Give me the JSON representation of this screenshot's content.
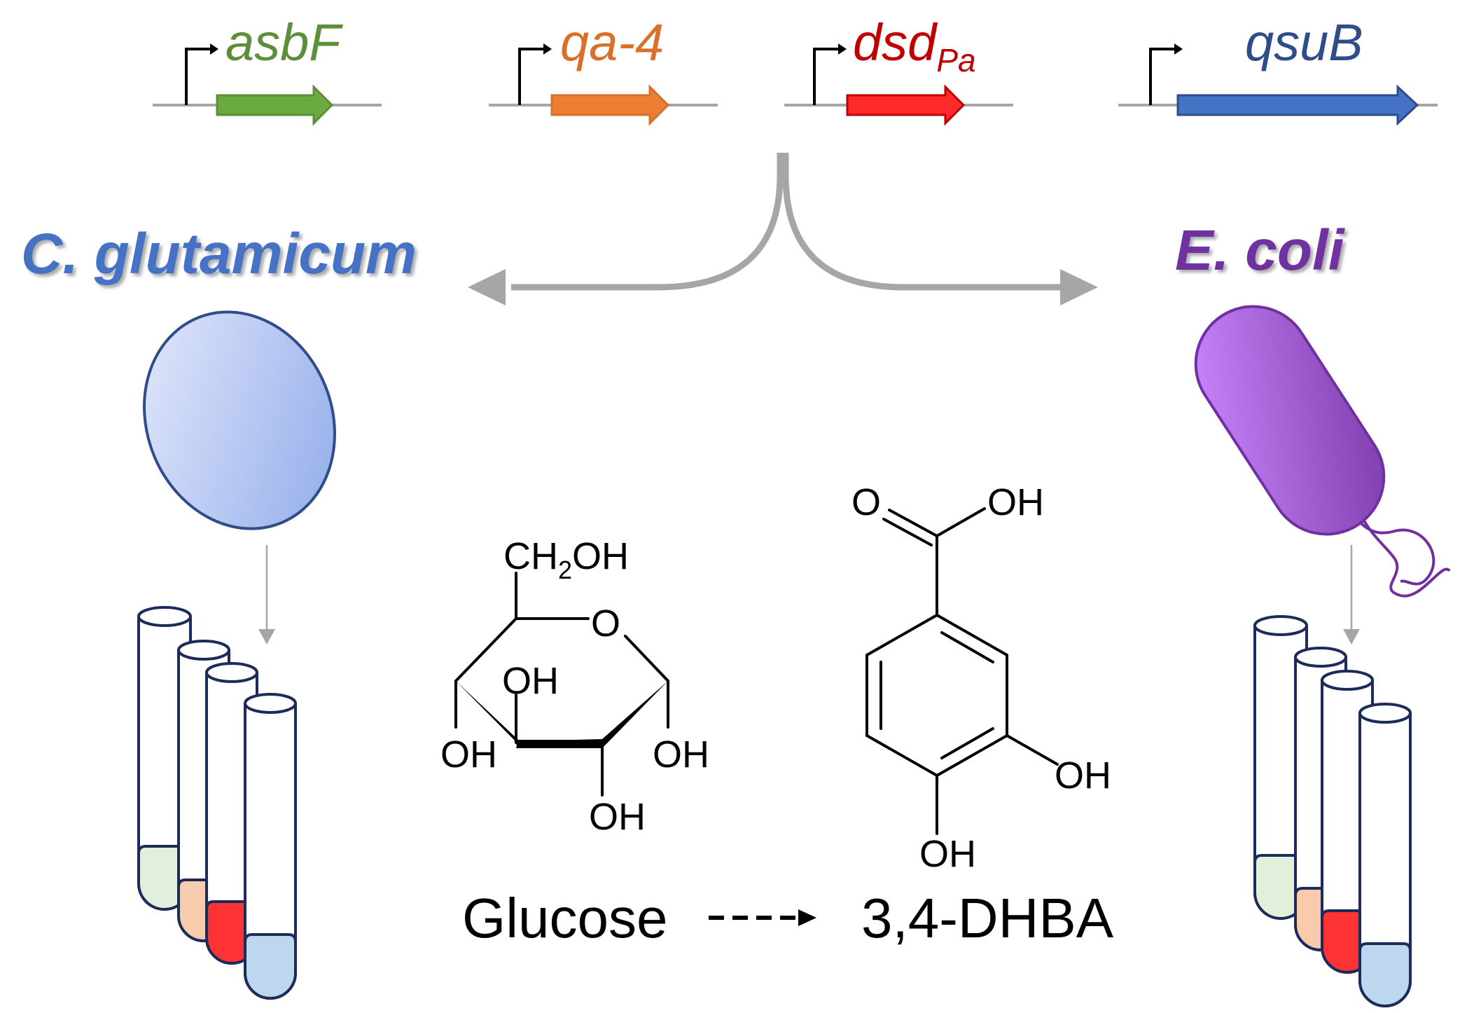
{
  "genes": [
    {
      "name": "asbF",
      "subscript": "",
      "color": "#5b8f3a",
      "fill": "#6aaa3f"
    },
    {
      "name": "qa-4",
      "subscript": "",
      "color": "#d9702a",
      "fill": "#ed7d31"
    },
    {
      "name": "dsd",
      "subscript": "Pa",
      "color": "#c00000",
      "fill": "#ff2a2a"
    },
    {
      "name": "qsuB",
      "subscript": "",
      "color": "#2f4d8a",
      "fill": "#4472c4"
    }
  ],
  "organisms": {
    "left": {
      "name": "C. glutamicum",
      "color": "#4472c4"
    },
    "right": {
      "name": "E. coli",
      "color": "#7030a0"
    }
  },
  "glucose_structure": {
    "ch2oh": "CH",
    "ch2oh_sub": "2",
    "ch2oh_tail": "OH",
    "ring_o": "O",
    "oh_inner": "OH",
    "oh_left": "OH",
    "oh_right": "OH",
    "oh_bottom": "OH"
  },
  "dhba_structure": {
    "carbonyl_o": "O",
    "acid_oh": "OH",
    "oh_meta": "OH",
    "oh_para": "OH"
  },
  "reaction": {
    "substrate": "Glucose",
    "product": "3,4-DHBA"
  },
  "tube_colors": [
    "#e2efda",
    "#f8cbad",
    "#ff3333",
    "#bdd7ee"
  ]
}
